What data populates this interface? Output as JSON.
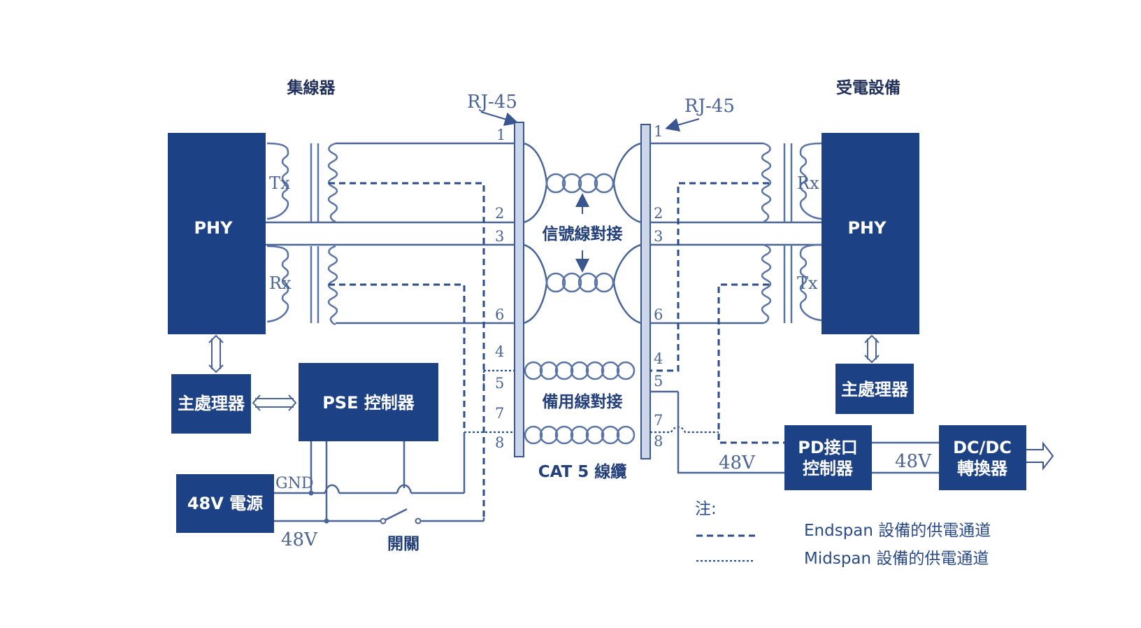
{
  "titles": {
    "hub": "集線器",
    "powered_device": "受電設備"
  },
  "connectors": {
    "left_rj45": "RJ-45",
    "right_rj45": "RJ-45"
  },
  "left": {
    "phy": "PHY",
    "tx": "Tx",
    "rx": "Rx",
    "cpu": "主處理器",
    "pse_controller": "PSE 控制器",
    "power_supply": "48V 電源",
    "gnd": "GND",
    "v48": "48V",
    "switch": "開關"
  },
  "right": {
    "phy": "PHY",
    "rx": "Rx",
    "tx": "Tx",
    "cpu": "主處理器",
    "pd_controller_line1": "PD接口",
    "pd_controller_line2": "控制器",
    "dcdc_line1": "DC/DC",
    "dcdc_line2": "轉換器",
    "v48_a": "48V",
    "v48_b": "48V"
  },
  "pins_left": [
    "1",
    "2",
    "3",
    "6",
    "4",
    "5",
    "7",
    "8"
  ],
  "pins_right": [
    "1",
    "2",
    "3",
    "6",
    "4",
    "5",
    "7",
    "8"
  ],
  "cable": {
    "signal_pairs": "信號線對接",
    "spare_pairs": "備用線對接",
    "cable_name": "CAT 5 線纜"
  },
  "legend": {
    "title": "注:",
    "endspan": "Endspan 設備的供電通道",
    "midspan": "Midspan 設備的供電通道"
  }
}
